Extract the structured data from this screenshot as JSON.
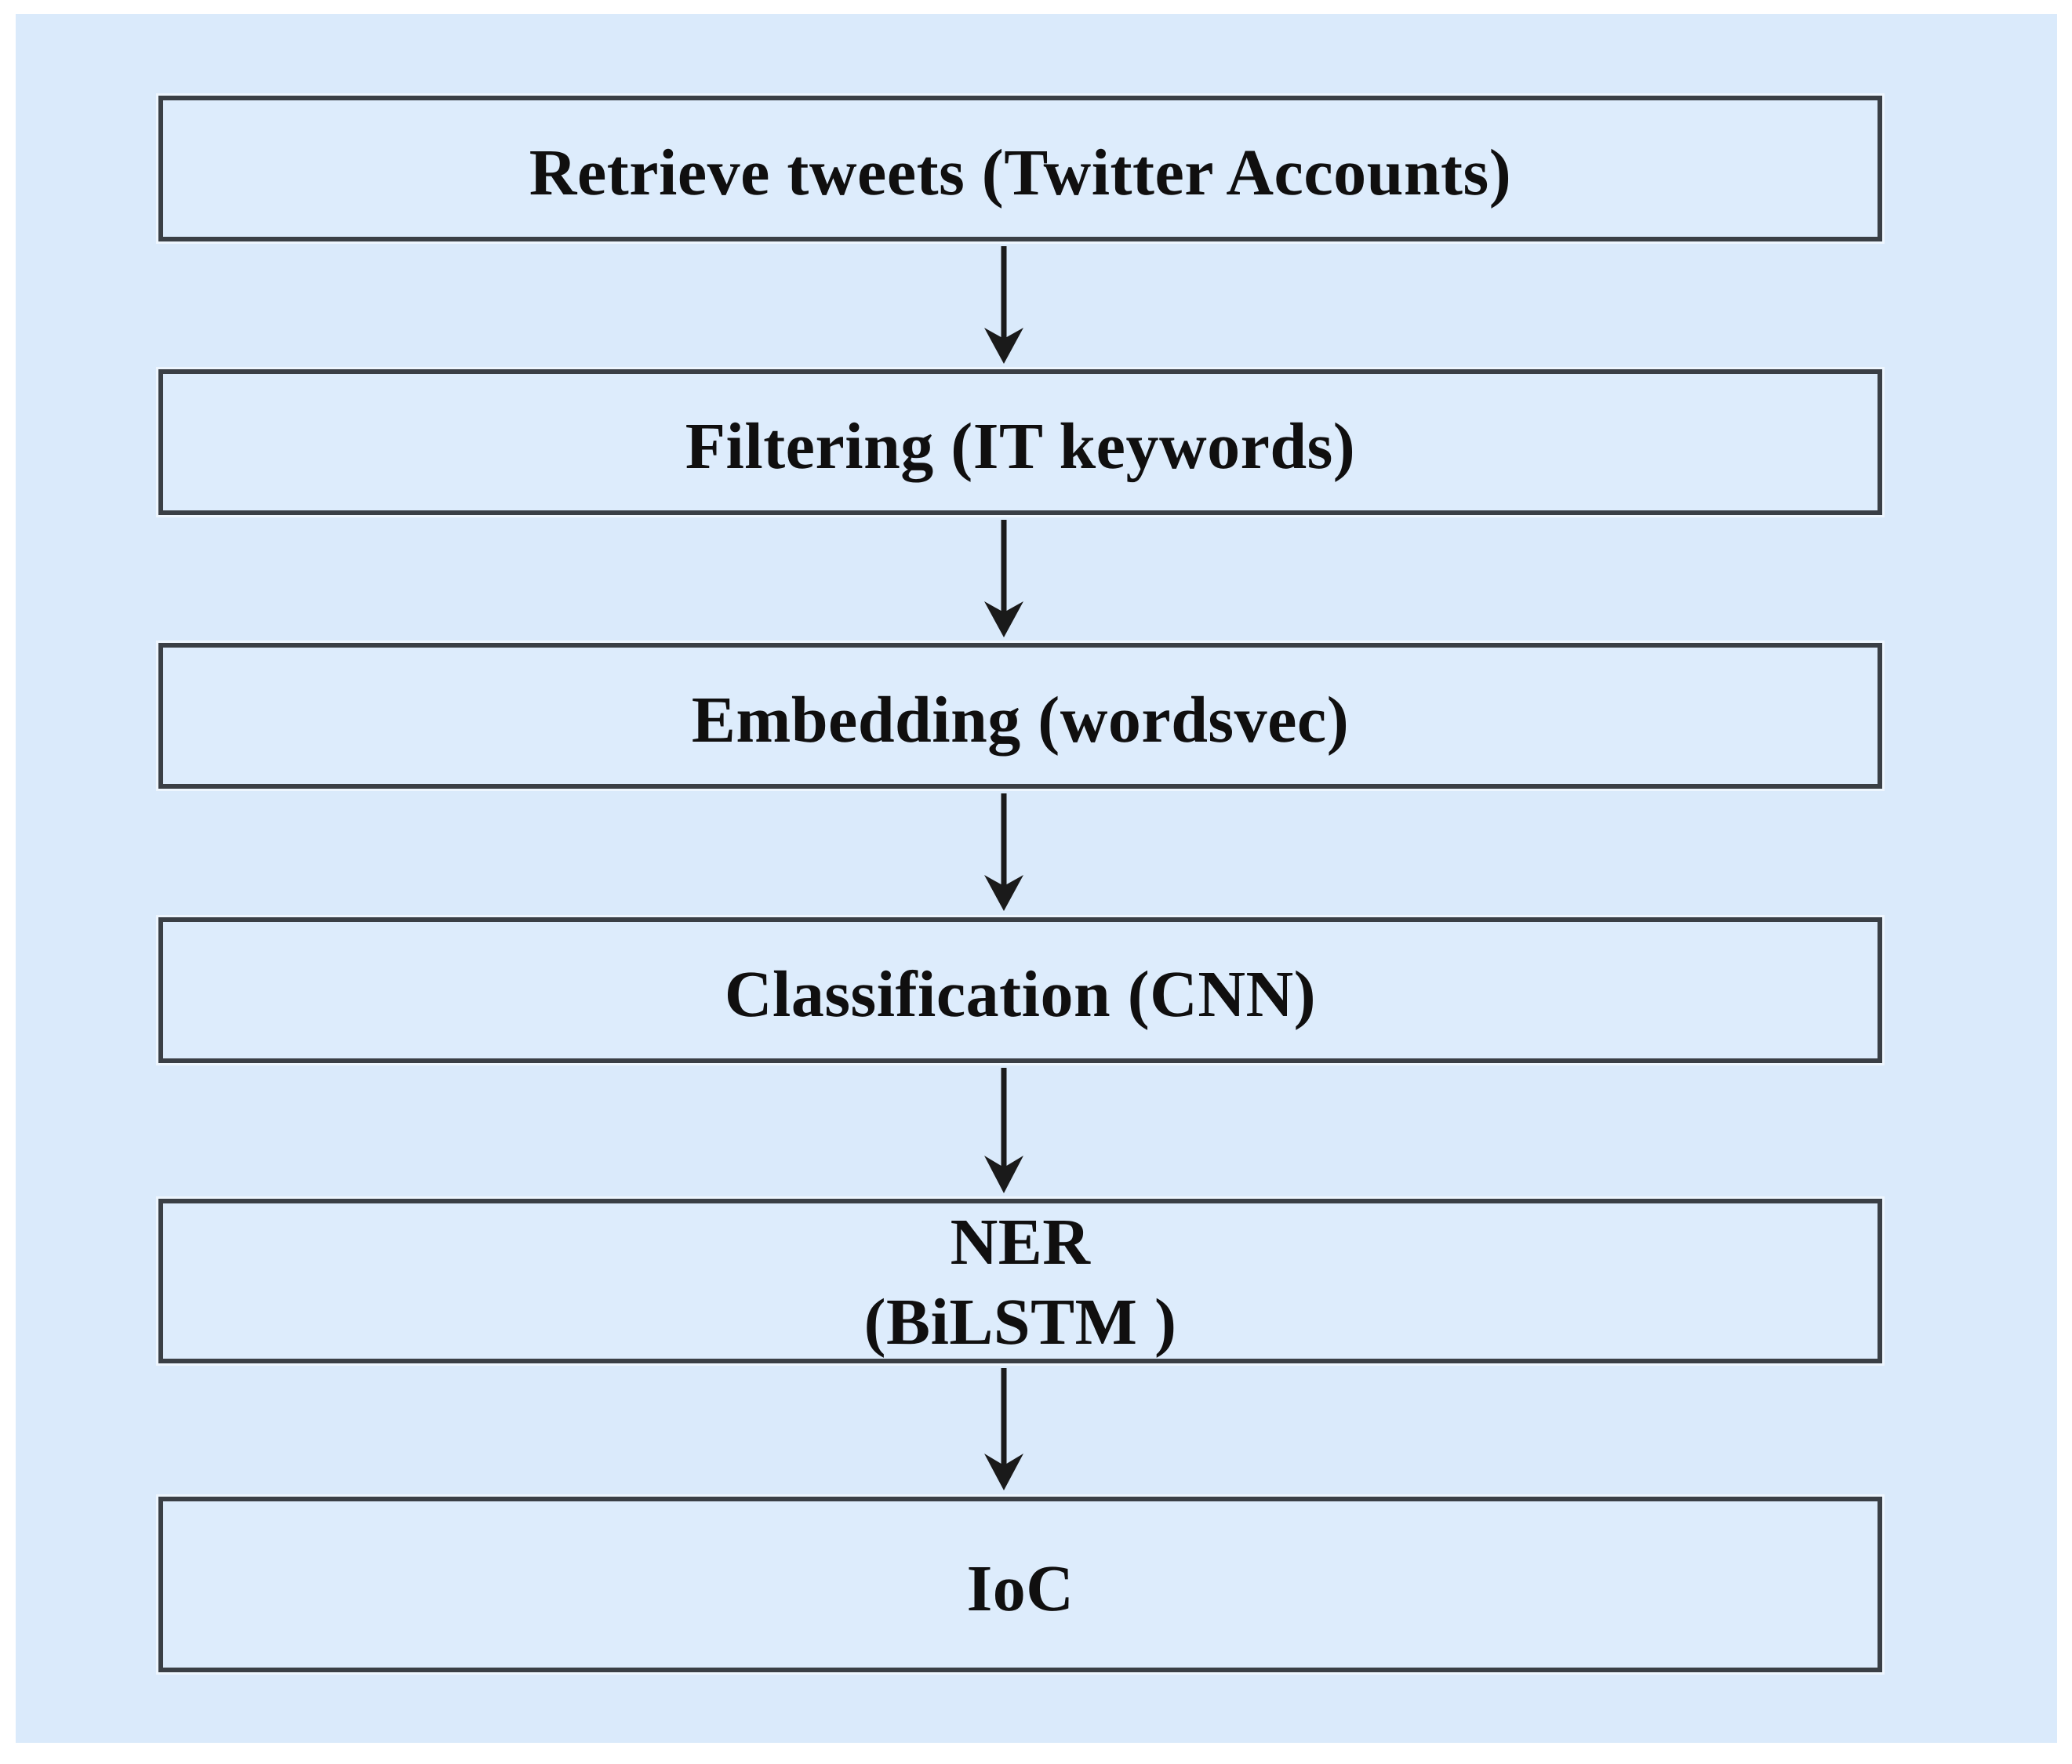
{
  "figure": {
    "type": "flowchart",
    "orientation": "vertical-top-to-bottom",
    "background_color": "#daeafb",
    "node_fill_color": "#ddecfc",
    "node_border_color": "#3a3f45",
    "text_color": "#100f0f",
    "arrow_color": "#1a1a1a",
    "nodes": [
      {
        "id": "node-1",
        "label": "Retrieve tweets (Twitter Accounts)",
        "lines": 1
      },
      {
        "id": "node-2",
        "label": "Filtering (IT  keywords)",
        "lines": 1
      },
      {
        "id": "node-3",
        "label": "Embedding (wordsvec)",
        "lines": 1
      },
      {
        "id": "node-4",
        "label": "Classification (CNN)",
        "lines": 1
      },
      {
        "id": "node-5",
        "label": "NER\n(BiLSTM )",
        "lines": 2
      },
      {
        "id": "node-6",
        "label": "IoC",
        "lines": 1
      }
    ],
    "connectors": [
      {
        "id": "arrow-1",
        "from": "node-1",
        "to": "node-2",
        "glyph": "down-arrow"
      },
      {
        "id": "arrow-2",
        "from": "node-2",
        "to": "node-3",
        "glyph": "down-arrow"
      },
      {
        "id": "arrow-3",
        "from": "node-3",
        "to": "node-4",
        "glyph": "down-arrow"
      },
      {
        "id": "arrow-4",
        "from": "node-4",
        "to": "node-5",
        "glyph": "down-arrow"
      },
      {
        "id": "arrow-5",
        "from": "node-5",
        "to": "node-6",
        "glyph": "down-arrow"
      }
    ]
  }
}
